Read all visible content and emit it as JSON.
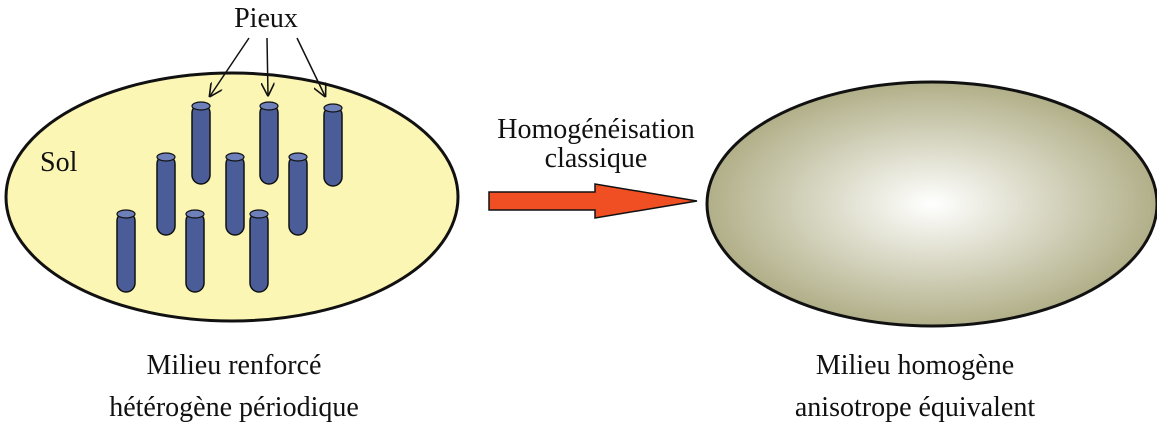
{
  "labels": {
    "piles": "Pieux",
    "soil": "Sol",
    "process_line1": "Homogénéisation",
    "process_line2": "classique",
    "left_caption_line1": "Milieu renforcé",
    "left_caption_line2": "hétérogène périodique",
    "right_caption_line1": "Milieu homogène",
    "right_caption_line2": "anisotrope équivalent"
  },
  "colors": {
    "soil_fill": "#fbf6b4",
    "pile_fill": "#4a5d99",
    "pile_top": "#6e80b9",
    "arrow_fill": "#f04e23",
    "homog_center": "#ffffff",
    "homog_edge": "#a9a77c",
    "outline": "#111111"
  }
}
